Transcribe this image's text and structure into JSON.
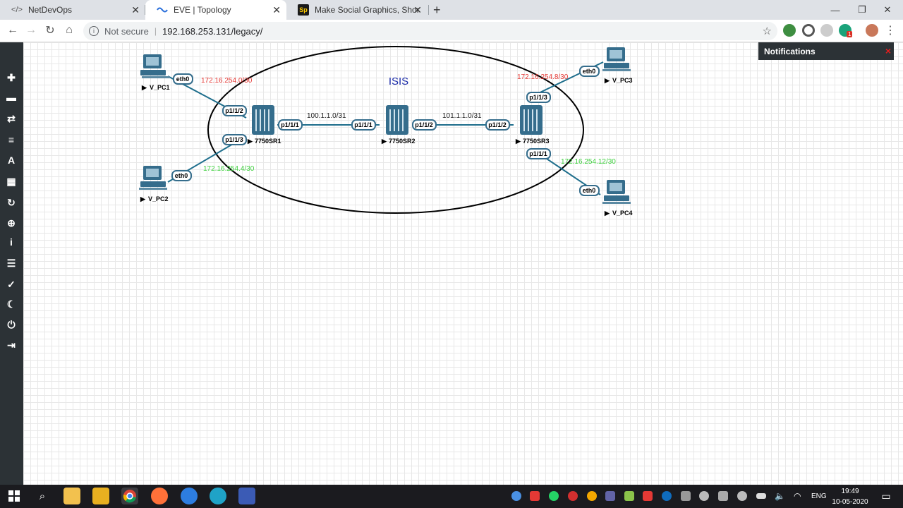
{
  "browser": {
    "tabs": [
      {
        "title": "NetDevOps",
        "icon": "code-icon",
        "active": false
      },
      {
        "title": "EVE | Topology",
        "icon": "eve-icon",
        "active": true
      },
      {
        "title": "Make Social Graphics, Short Vide",
        "icon": "sp-icon",
        "active": false
      }
    ],
    "new_tab_symbol": "+",
    "sp_icon_text": "Sp",
    "security_label": "Not secure",
    "url": "192.168.253.131/legacy/",
    "extension_badge": "1"
  },
  "sidebar": {
    "items": [
      {
        "icon": "plus-icon",
        "glyph": "✚"
      },
      {
        "icon": "storage-icon",
        "glyph": "▬"
      },
      {
        "icon": "transfer-icon",
        "glyph": "⇄"
      },
      {
        "icon": "list-icon",
        "glyph": "≡"
      },
      {
        "icon": "text-icon",
        "glyph": "A"
      },
      {
        "icon": "grid-icon",
        "glyph": "▦"
      },
      {
        "icon": "refresh-icon",
        "glyph": "↻"
      },
      {
        "icon": "zoom-icon",
        "glyph": "⊕"
      },
      {
        "icon": "info-icon",
        "glyph": "i"
      },
      {
        "icon": "notes-icon",
        "glyph": "☰"
      },
      {
        "icon": "check-icon",
        "glyph": "✓"
      },
      {
        "icon": "moon-icon",
        "glyph": "☾"
      },
      {
        "icon": "power-icon",
        "glyph": "⏻"
      },
      {
        "icon": "logout-icon",
        "glyph": "⇥"
      }
    ]
  },
  "notifications": {
    "title": "Notifications",
    "close": "×"
  },
  "topology": {
    "area_label": "ISIS",
    "nodes": {
      "pc1": "V_PC1",
      "pc2": "V_PC2",
      "pc3": "V_PC3",
      "pc4": "V_PC4",
      "sr1": "7750SR1",
      "sr2": "7750SR2",
      "sr3": "7750SR3"
    },
    "interfaces": {
      "pc1_eth0": "eth0",
      "sr1_p112": "p1/1/2",
      "pc2_eth0": "eth0",
      "sr1_p113": "p1/1/3",
      "sr1_p111": "p1/1/1",
      "sr2_p111": "p1/1/1",
      "sr2_p112": "p1/1/2",
      "sr3_p112": "p1/1/2",
      "pc3_eth0": "eth0",
      "sr3_p113": "p1/1/3",
      "sr3_p111": "p1/1/1",
      "pc4_eth0": "eth0"
    },
    "subnets": {
      "pc1_sr1": "172.16.254.0/30",
      "pc2_sr1": "172.16.254.4/30",
      "sr1_sr2": "100.1.1.0/31",
      "sr2_sr3": "101.1.1.0/31",
      "pc3_sr3": "172.16.254.8/30",
      "pc4_sr3": "172.16.254.12/30"
    },
    "colors": {
      "red_subnet": "#e53935",
      "green_subnet": "#3fd13f",
      "link": "#1e6e8c",
      "area": "#1a2aa8"
    }
  },
  "taskbar": {
    "language": "ENG",
    "time": "19:49",
    "date": "10-05-2020"
  }
}
